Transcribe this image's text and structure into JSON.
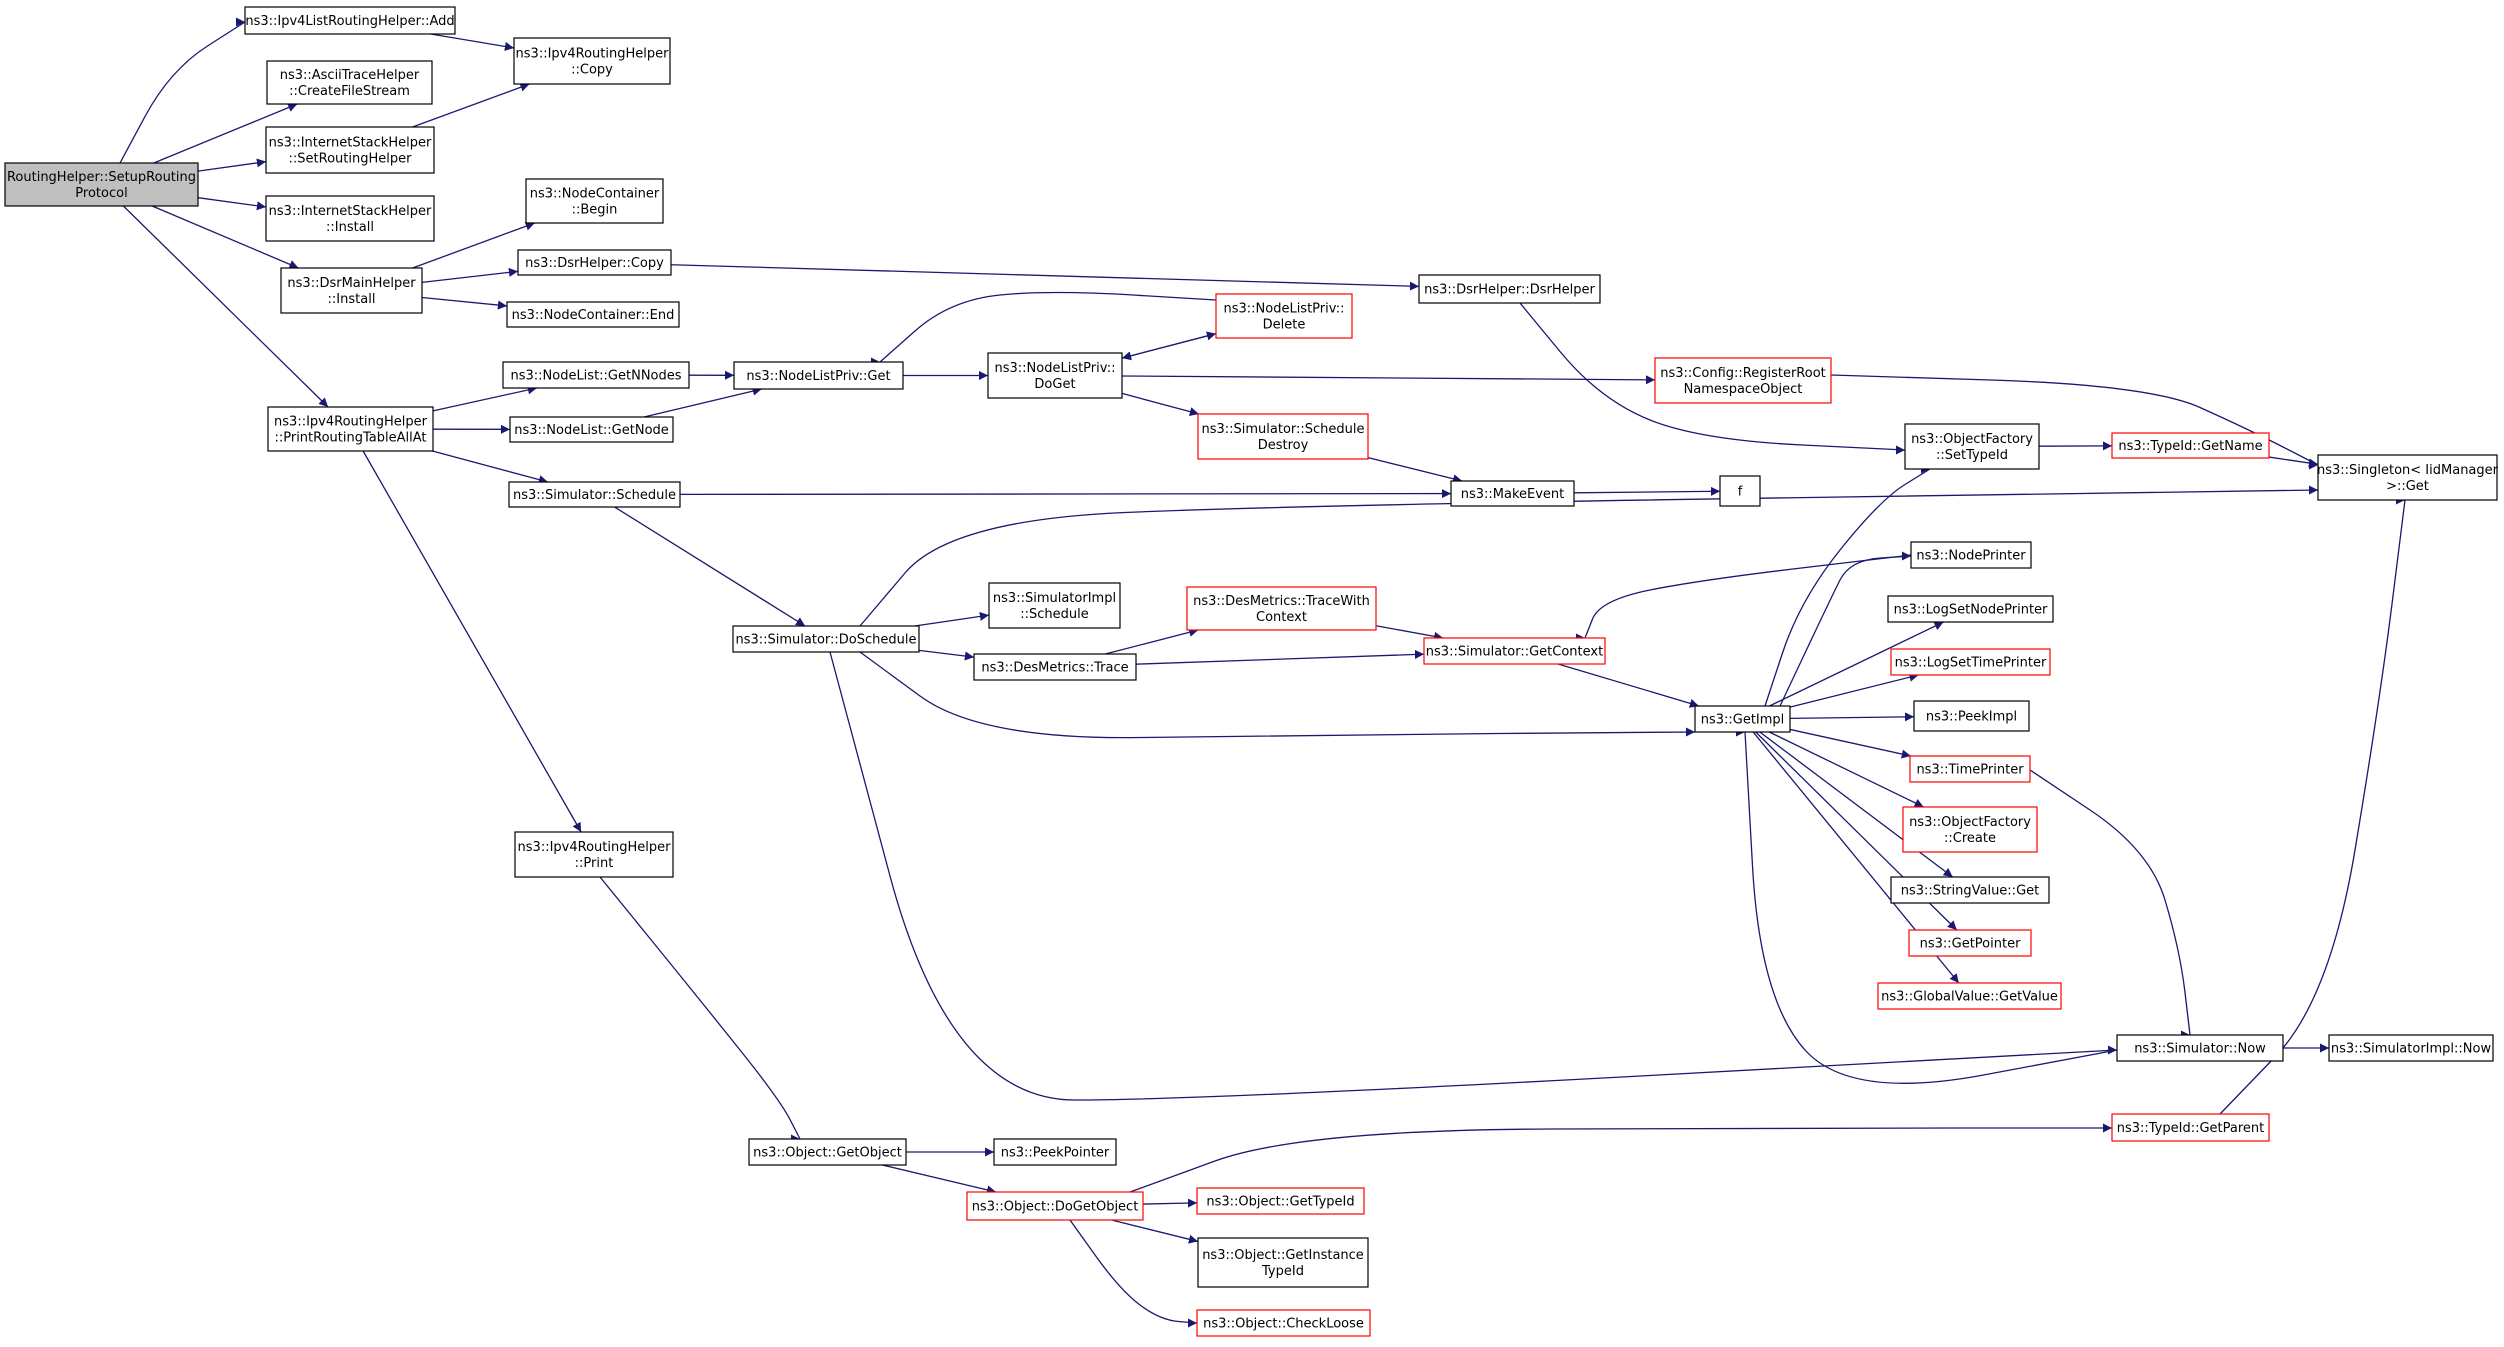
{
  "nodes": [
    {
      "id": "root",
      "lines": [
        "RoutingHelper::SetupRouting",
        "Protocol"
      ],
      "style": "root"
    },
    {
      "id": "ipv4list_add",
      "lines": [
        "ns3::Ipv4ListRoutingHelper::Add"
      ],
      "style": "normal"
    },
    {
      "id": "ascii_create",
      "lines": [
        "ns3::AsciiTraceHelper",
        "::CreateFileStream"
      ],
      "style": "normal"
    },
    {
      "id": "ipv4rh_copy",
      "lines": [
        "ns3::Ipv4RoutingHelper",
        "::Copy"
      ],
      "style": "normal"
    },
    {
      "id": "ish_setrouting",
      "lines": [
        "ns3::InternetStackHelper",
        "::SetRoutingHelper"
      ],
      "style": "normal"
    },
    {
      "id": "ish_install",
      "lines": [
        "ns3::InternetStackHelper",
        "::Install"
      ],
      "style": "normal"
    },
    {
      "id": "nc_begin",
      "lines": [
        "ns3::NodeContainer",
        "::Begin"
      ],
      "style": "normal"
    },
    {
      "id": "dsrmain_install",
      "lines": [
        "ns3::DsrMainHelper",
        "::Install"
      ],
      "style": "normal"
    },
    {
      "id": "dsrhelper_copy",
      "lines": [
        "ns3::DsrHelper::Copy"
      ],
      "style": "normal"
    },
    {
      "id": "nc_end",
      "lines": [
        "ns3::NodeContainer::End"
      ],
      "style": "normal"
    },
    {
      "id": "dsrhelper_ctor",
      "lines": [
        "ns3::DsrHelper::DsrHelper"
      ],
      "style": "normal"
    },
    {
      "id": "nlp_delete",
      "lines": [
        "ns3::NodeListPriv::",
        "Delete"
      ],
      "style": "red"
    },
    {
      "id": "nl_getnnodes",
      "lines": [
        "ns3::NodeList::GetNNodes"
      ],
      "style": "normal"
    },
    {
      "id": "nlp_get",
      "lines": [
        "ns3::NodeListPriv::Get"
      ],
      "style": "normal"
    },
    {
      "id": "nlp_doget",
      "lines": [
        "ns3::NodeListPriv::",
        "DoGet"
      ],
      "style": "normal"
    },
    {
      "id": "cfg_register",
      "lines": [
        "ns3::Config::RegisterRoot",
        "NamespaceObject"
      ],
      "style": "red"
    },
    {
      "id": "ipv4rh_printall",
      "lines": [
        "ns3::Ipv4RoutingHelper",
        "::PrintRoutingTableAllAt"
      ],
      "style": "normal"
    },
    {
      "id": "nl_getnode",
      "lines": [
        "ns3::NodeList::GetNode"
      ],
      "style": "normal"
    },
    {
      "id": "sim_schedule_destroy",
      "lines": [
        "ns3::Simulator::Schedule",
        "Destroy"
      ],
      "style": "red"
    },
    {
      "id": "of_settypeid",
      "lines": [
        "ns3::ObjectFactory",
        "::SetTypeId"
      ],
      "style": "normal"
    },
    {
      "id": "typeid_getname",
      "lines": [
        "ns3::TypeId::GetName"
      ],
      "style": "red"
    },
    {
      "id": "singleton_get",
      "lines": [
        "ns3::Singleton< IidManager",
        ">::Get"
      ],
      "style": "normal"
    },
    {
      "id": "sim_schedule",
      "lines": [
        "ns3::Simulator::Schedule"
      ],
      "style": "normal"
    },
    {
      "id": "makeevent",
      "lines": [
        "ns3::MakeEvent"
      ],
      "style": "normal"
    },
    {
      "id": "f",
      "lines": [
        "f"
      ],
      "style": "normal"
    },
    {
      "id": "nodeprinter",
      "lines": [
        "ns3::NodePrinter"
      ],
      "style": "normal"
    },
    {
      "id": "simimpl_schedule",
      "lines": [
        "ns3::SimulatorImpl",
        "::Schedule"
      ],
      "style": "normal"
    },
    {
      "id": "desm_tracewith",
      "lines": [
        "ns3::DesMetrics::TraceWith",
        "Context"
      ],
      "style": "red"
    },
    {
      "id": "logsetnodeprinter",
      "lines": [
        "ns3::LogSetNodePrinter"
      ],
      "style": "normal"
    },
    {
      "id": "sim_doschedule",
      "lines": [
        "ns3::Simulator::DoSchedule"
      ],
      "style": "normal"
    },
    {
      "id": "desm_trace",
      "lines": [
        "ns3::DesMetrics::Trace"
      ],
      "style": "normal"
    },
    {
      "id": "sim_getcontext",
      "lines": [
        "ns3::Simulator::GetContext"
      ],
      "style": "red"
    },
    {
      "id": "logsettimeprinter",
      "lines": [
        "ns3::LogSetTimePrinter"
      ],
      "style": "red"
    },
    {
      "id": "getimpl",
      "lines": [
        "ns3::GetImpl"
      ],
      "style": "normal"
    },
    {
      "id": "peekimpl",
      "lines": [
        "ns3::PeekImpl"
      ],
      "style": "normal"
    },
    {
      "id": "timeprinter",
      "lines": [
        "ns3::TimePrinter"
      ],
      "style": "red"
    },
    {
      "id": "of_create",
      "lines": [
        "ns3::ObjectFactory",
        "::Create"
      ],
      "style": "red"
    },
    {
      "id": "ipv4rh_print",
      "lines": [
        "ns3::Ipv4RoutingHelper",
        "::Print"
      ],
      "style": "normal"
    },
    {
      "id": "stringvalue_get",
      "lines": [
        "ns3::StringValue::Get"
      ],
      "style": "normal"
    },
    {
      "id": "getpointer",
      "lines": [
        "ns3::GetPointer"
      ],
      "style": "red"
    },
    {
      "id": "globalvalue_get",
      "lines": [
        "ns3::GlobalValue::GetValue"
      ],
      "style": "red"
    },
    {
      "id": "sim_now",
      "lines": [
        "ns3::Simulator::Now"
      ],
      "style": "normal"
    },
    {
      "id": "simimpl_now",
      "lines": [
        "ns3::SimulatorImpl::Now"
      ],
      "style": "normal"
    },
    {
      "id": "typeid_getparent",
      "lines": [
        "ns3::TypeId::GetParent"
      ],
      "style": "red"
    },
    {
      "id": "obj_getobject",
      "lines": [
        "ns3::Object::GetObject"
      ],
      "style": "normal"
    },
    {
      "id": "peekpointer",
      "lines": [
        "ns3::PeekPointer"
      ],
      "style": "normal"
    },
    {
      "id": "obj_dogetobject",
      "lines": [
        "ns3::Object::DoGetObject"
      ],
      "style": "red"
    },
    {
      "id": "obj_gettypeid",
      "lines": [
        "ns3::Object::GetTypeId"
      ],
      "style": "red"
    },
    {
      "id": "obj_getinstancetypeid",
      "lines": [
        "ns3::Object::GetInstance",
        "TypeId"
      ],
      "style": "normal"
    },
    {
      "id": "obj_checkloose",
      "lines": [
        "ns3::Object::CheckLoose"
      ],
      "style": "red"
    }
  ],
  "colors": {
    "edge": "#191970",
    "border_normal": "#000000",
    "border_red": "#ff0000",
    "root_fill": "#bfbfbf",
    "fill": "#ffffff"
  }
}
